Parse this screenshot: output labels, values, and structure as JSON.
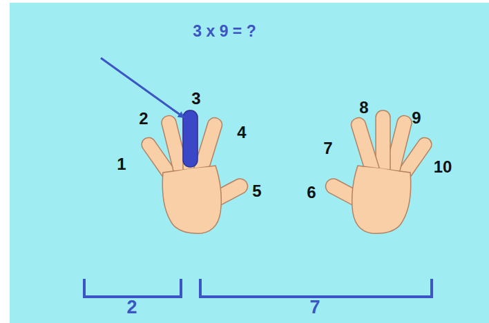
{
  "diagram": {
    "title": "3 x 9 = ?",
    "labels": [
      "1",
      "2",
      "3",
      "4",
      "5",
      "6",
      "7",
      "8",
      "9",
      "10",
      "2",
      "7"
    ]
  }
}
